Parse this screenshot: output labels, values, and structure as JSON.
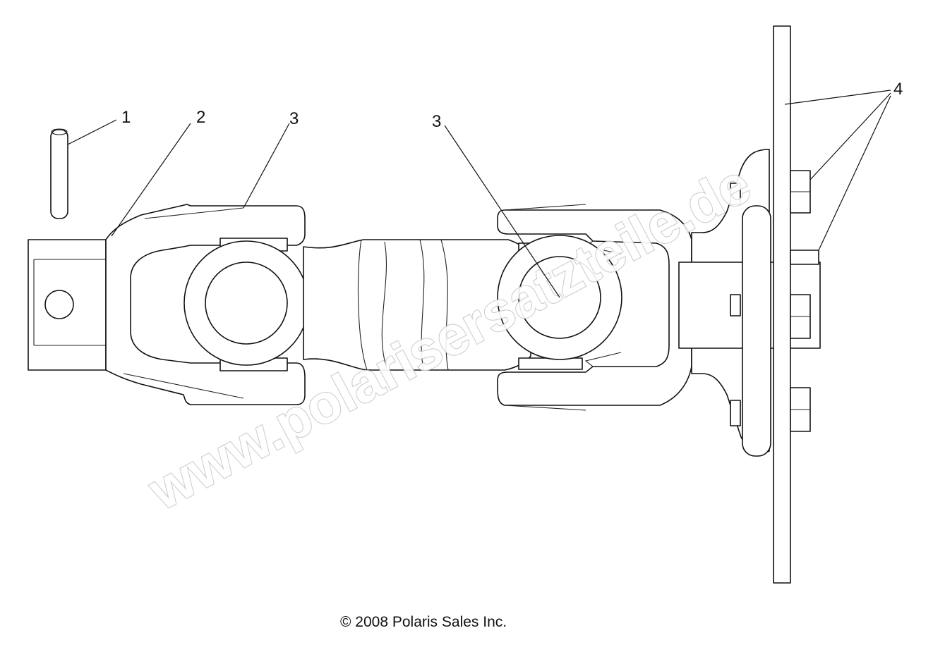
{
  "callouts": [
    {
      "id": "1",
      "label": "1"
    },
    {
      "id": "2",
      "label": "2"
    },
    {
      "id": "3a",
      "label": "3"
    },
    {
      "id": "3b",
      "label": "3"
    },
    {
      "id": "4",
      "label": "4"
    }
  ],
  "watermark": "www.polarisersatzteile.de",
  "copyright": "© 2008 Polaris Sales Inc."
}
